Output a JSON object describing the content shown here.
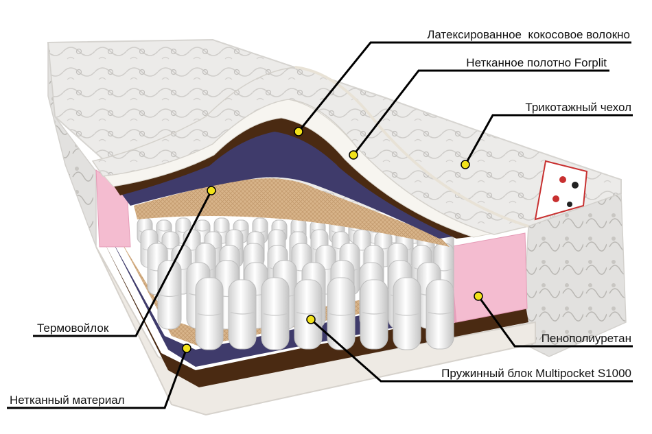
{
  "diagram": {
    "subject": "mattress-cutaway",
    "labels": {
      "latex_coir": "Латексированное  кокосовое волокно",
      "forplit": "Нетканное полотно Forplit",
      "cover": "Трикотажный чехол",
      "thermofelt": "Термовойлок",
      "polyurethane": "Пенополиуретан",
      "spring_block": "Пружинный блок Multipocket S1000",
      "nonwoven": "Нетканный материал"
    },
    "colors": {
      "quilt": "#ecebe9",
      "quilt_pattern": "#c9c7c4",
      "coir": "#4a2a12",
      "felt": "#3f3b6b",
      "mesh": "#d8b48a",
      "foam_pink": "#f4bcd0",
      "spring": "#f4f4f4",
      "marker": "#f2e21a",
      "leader": "#000000"
    }
  }
}
